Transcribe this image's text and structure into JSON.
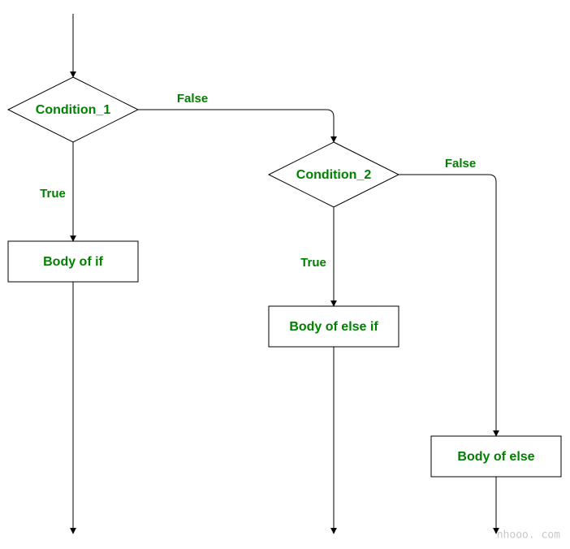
{
  "colors": {
    "label_text": "#008000",
    "line": "#000000",
    "watermark": "#c8c8c8"
  },
  "nodes": {
    "condition_1": "Condition_1",
    "condition_2": "Condition_2",
    "body_if": "Body of if",
    "body_else_if": "Body of else if",
    "body_else": "Body of else"
  },
  "edges": {
    "c1_false": "False",
    "c1_true": "True",
    "c2_false": "False",
    "c2_true": "True"
  },
  "watermark": "nhooo. com"
}
